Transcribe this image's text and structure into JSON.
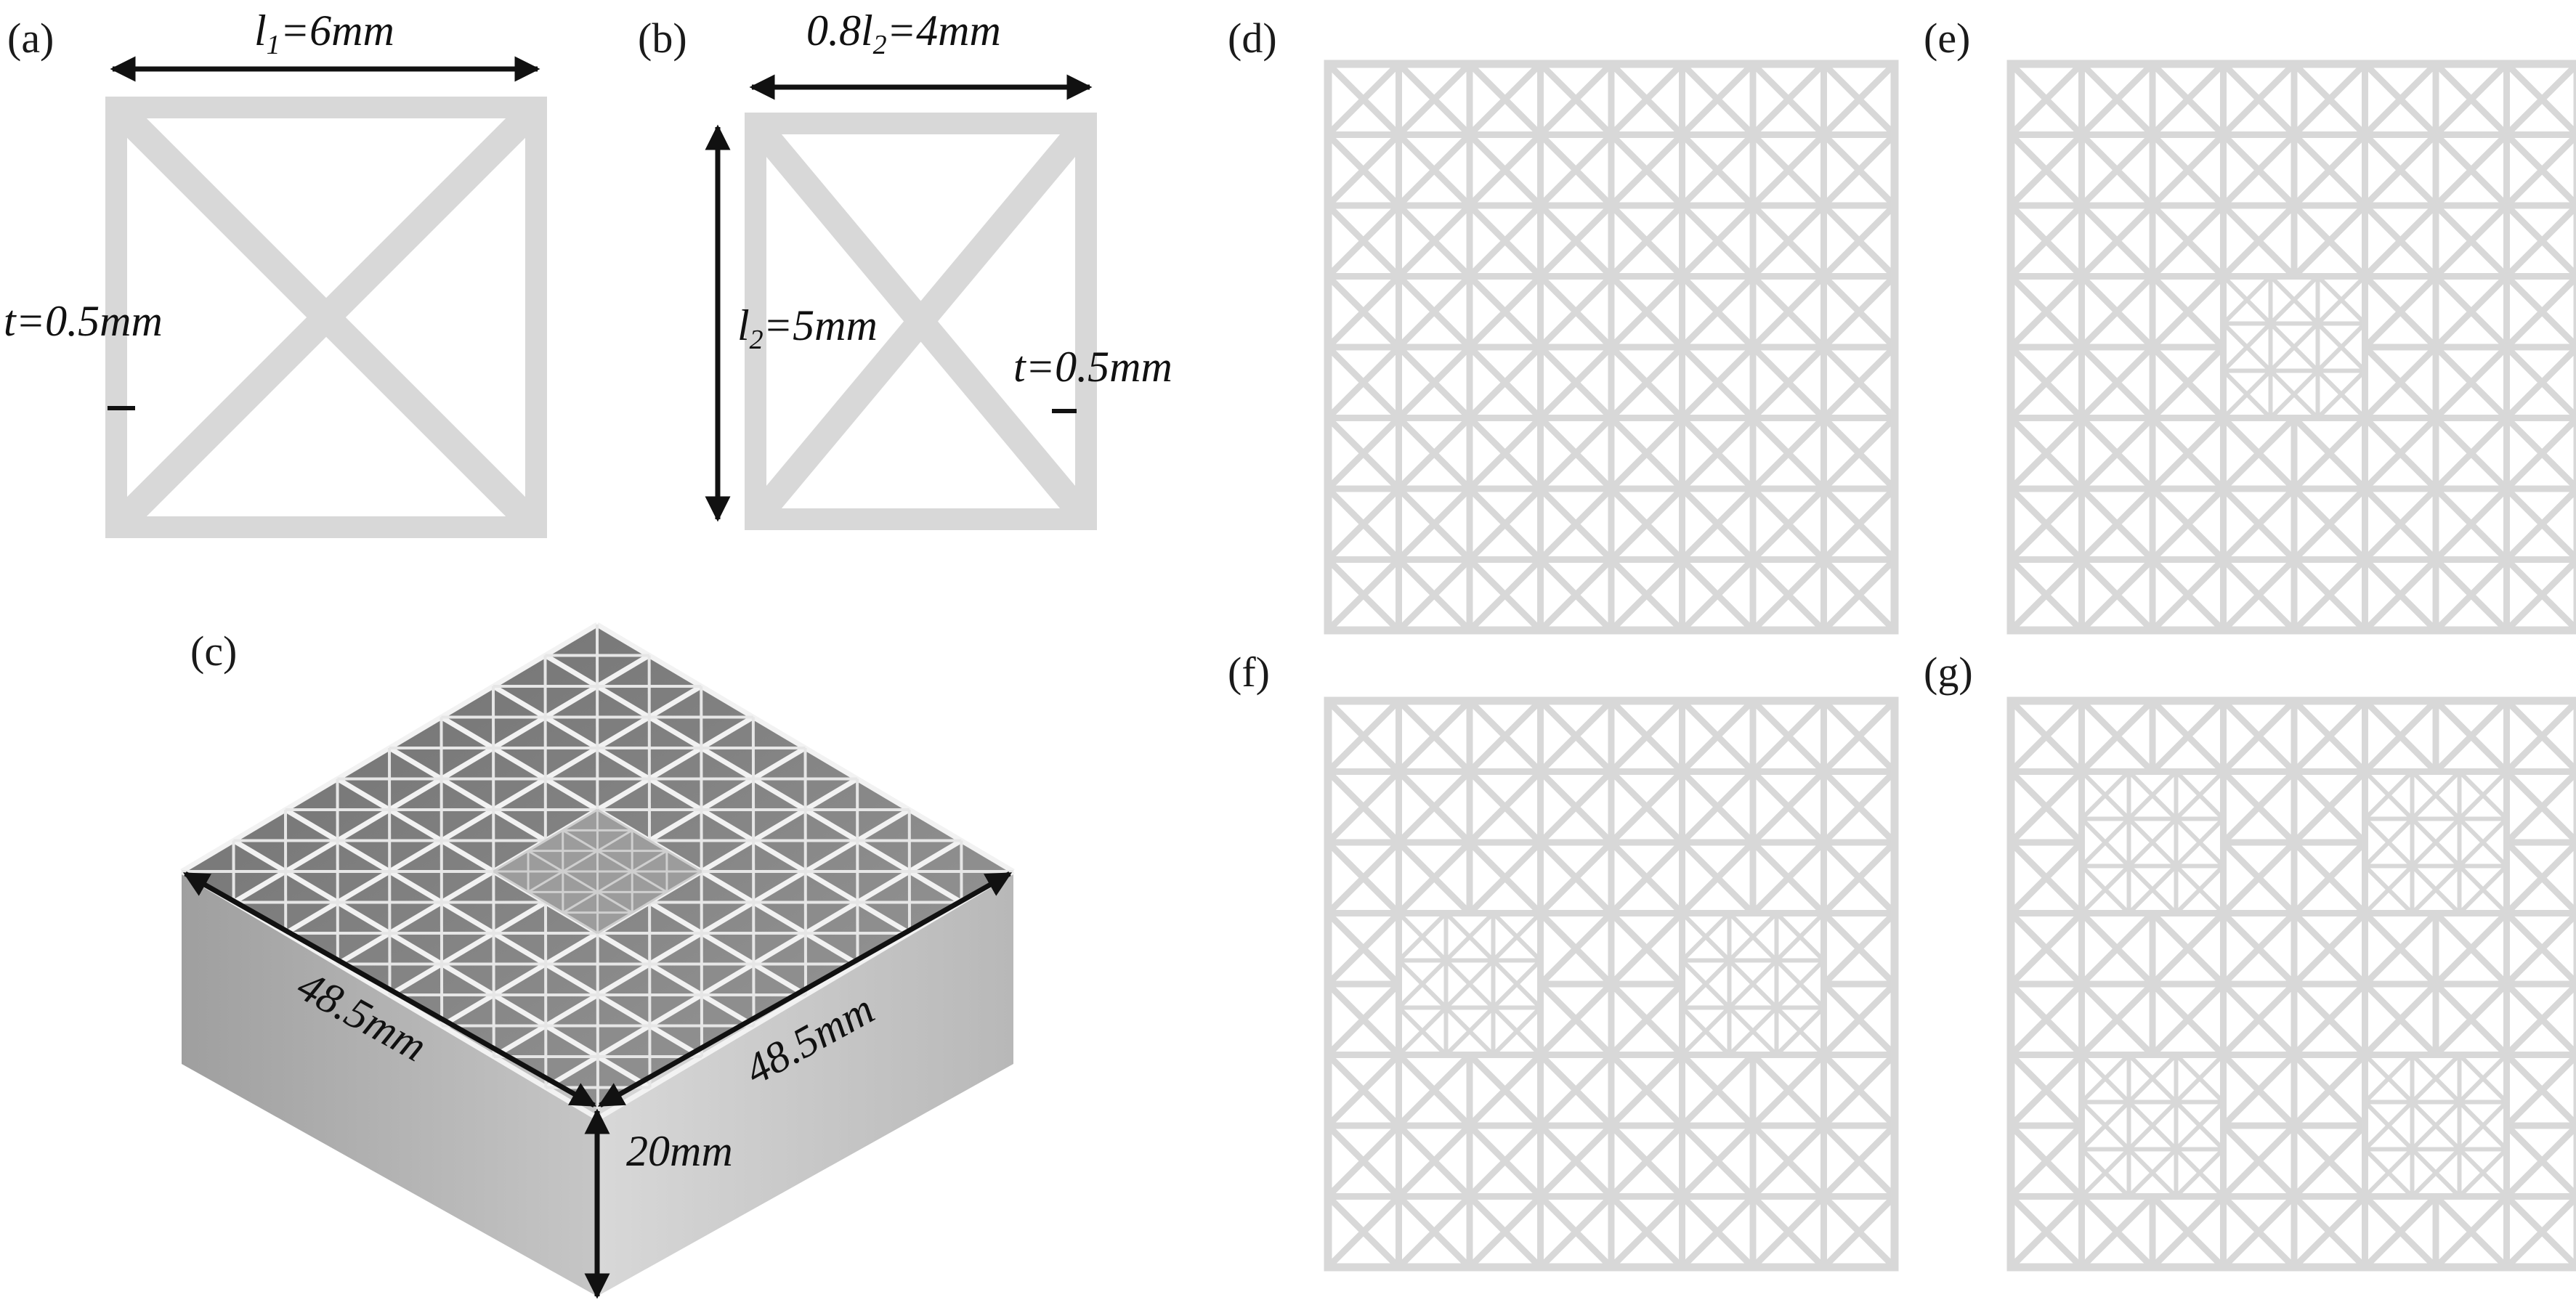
{
  "panels": {
    "a": {
      "label": "(a)",
      "width_label": "l",
      "width_sub": "1",
      "width_value": "=6mm",
      "thickness_label": "t=0.5mm"
    },
    "b": {
      "label": "(b)",
      "width_pre": "0.8l",
      "width_sub": "2",
      "width_value": "=4mm",
      "height_label": "l",
      "height_sub": "2",
      "height_value": "=5mm",
      "thickness_label": "t=0.5mm"
    },
    "c": {
      "label": "(c)",
      "dim_left": "48.5mm",
      "dim_right": "48.5mm",
      "dim_height": "20mm"
    },
    "d": {
      "label": "(d)"
    },
    "e": {
      "label": "(e)"
    },
    "f": {
      "label": "(f)"
    },
    "g": {
      "label": "(g)"
    }
  },
  "colors": {
    "lattice": "#d8d8d8",
    "ink": "#111111",
    "block_top": "#8a8a8a",
    "block_side": "#bdbdbd"
  }
}
